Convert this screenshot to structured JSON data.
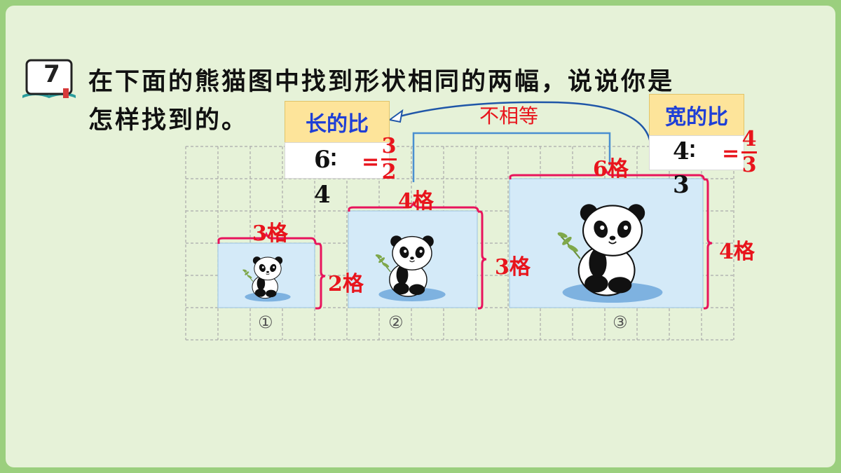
{
  "question": {
    "number": "7",
    "line1": "在下面的熊猫图中找到形状相同的两幅，说说你是",
    "line2": "怎样找到的。"
  },
  "length_ratio": {
    "title": "长的比",
    "left": "6∶",
    "right_below": "4",
    "eq": "=",
    "num": "3",
    "den": "2"
  },
  "width_ratio": {
    "title": "宽的比",
    "left": "4∶",
    "right_below": "3",
    "eq": "=",
    "num": "4",
    "den": "3"
  },
  "not_equal": "不相等",
  "panels": [
    {
      "marker": "①",
      "width_label": "3格",
      "height_label": "2格",
      "cols": 3,
      "rows": 2
    },
    {
      "marker": "②",
      "width_label": "4格",
      "height_label": "3格",
      "cols": 4,
      "rows": 3
    },
    {
      "marker": "③",
      "width_label": "6格",
      "height_label": "4格",
      "cols": 6,
      "rows": 4
    }
  ],
  "colors": {
    "background": "#e6f2d8",
    "frame": "#9bcf7e",
    "bracket": "#e8145c",
    "label_red": "#e8141c",
    "title_blue": "#1f3fd6",
    "ratio_header": "#fde49a",
    "panel_fill": "#d4eaf8",
    "connector": "#4a8fd0"
  }
}
